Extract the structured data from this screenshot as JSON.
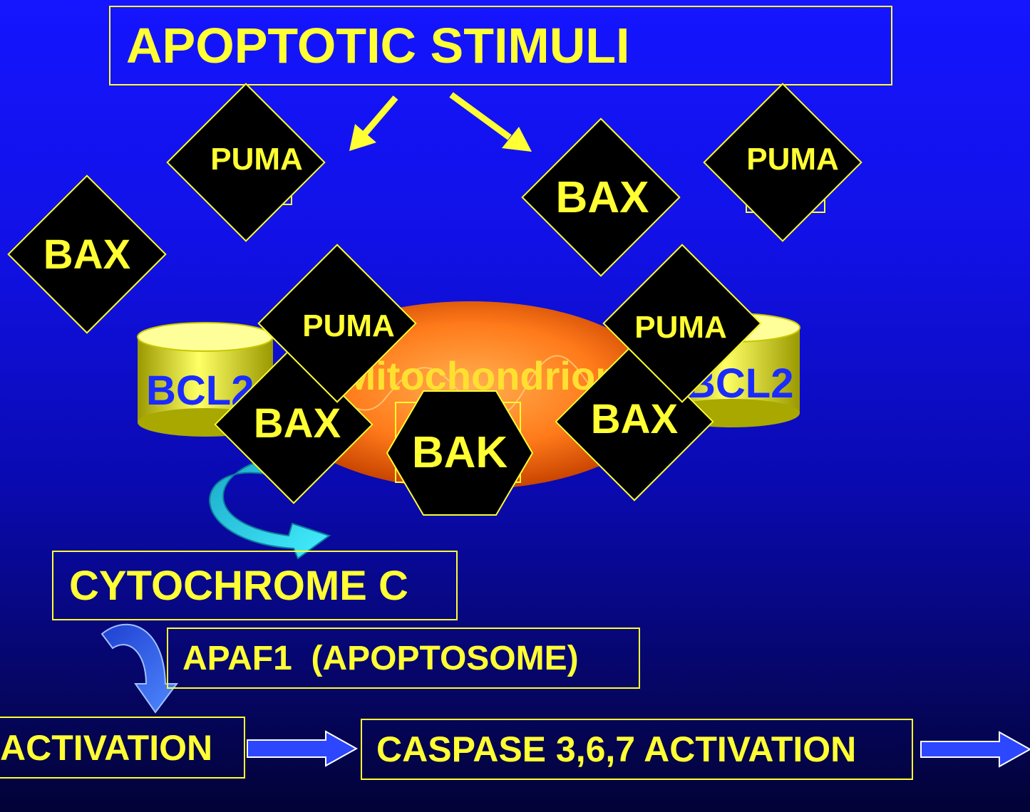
{
  "diagram": {
    "title": "APOPTOTIC STIMULI",
    "mitochondrion_label": "Mitochondrion",
    "bcl2_left": "BCL2",
    "bcl2_right": "BCL2",
    "puma_top_left": "PUMA",
    "puma_top_right": "PUMA",
    "puma_mid_left": "PUMA",
    "puma_mid_right": "PUMA",
    "bax_far_left": "BAX",
    "bax_top_center": "BAX",
    "bax_mito_left": "BAX",
    "bax_mito_right": "BAX",
    "bak": "BAK",
    "cytochrome": "CYTOCHROME C",
    "apaf1": "APAF1  (APOPTOSOME)",
    "activation": "ACTIVATION",
    "caspase": "CASPASE 3,6,7 ACTIVATION"
  },
  "colors": {
    "text_yellow": "#ffff33",
    "bcl2_text": "#1a2bff",
    "mito_orange": "#ff7a1a",
    "cyan_arrow": "#33e6ff",
    "blue_arrow": "#3b6cff"
  }
}
